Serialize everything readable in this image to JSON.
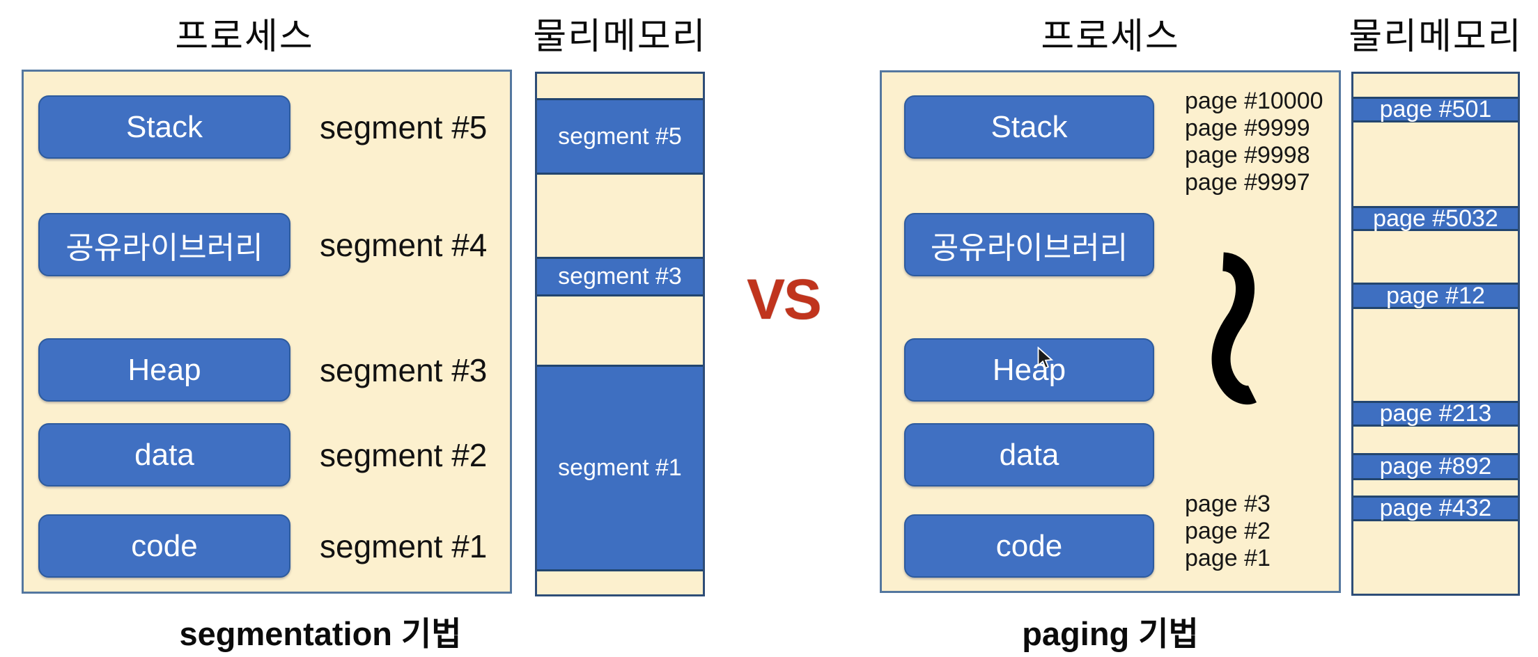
{
  "left": {
    "process_title": "프로세스",
    "memory_title": "물리메모리",
    "caption": "segmentation 기법",
    "blocks": [
      {
        "label": "Stack",
        "annotation": "segment #5"
      },
      {
        "label": "공유라이브러리",
        "annotation": "segment #4"
      },
      {
        "label": "Heap",
        "annotation": "segment #3"
      },
      {
        "label": "data",
        "annotation": "segment #2"
      },
      {
        "label": "code",
        "annotation": "segment #1"
      }
    ],
    "memory_rows": [
      {
        "label": "segment #5"
      },
      {
        "label": "segment #3"
      },
      {
        "label": "segment #1"
      }
    ]
  },
  "divider": {
    "vs_label": "VS"
  },
  "right": {
    "process_title": "프로세스",
    "memory_title": "물리메모리",
    "caption": "paging 기법",
    "blocks": [
      {
        "label": "Stack"
      },
      {
        "label": "공유라이브러리"
      },
      {
        "label": "Heap"
      },
      {
        "label": "data"
      },
      {
        "label": "code"
      }
    ],
    "stack_pages": [
      "page #10000",
      "page #9999",
      "page #9998",
      "page #9997"
    ],
    "code_pages": [
      "page #3",
      "page #2",
      "page #1"
    ],
    "memory_rows": [
      {
        "label": "page #501"
      },
      {
        "label": "page #5032"
      },
      {
        "label": "page #12"
      },
      {
        "label": "page #213"
      },
      {
        "label": "page #892"
      },
      {
        "label": "page #432"
      }
    ]
  },
  "colors": {
    "block_blue": "#4070C2",
    "row_blue": "#3E6FC1",
    "cream": "#FCF0CE",
    "box_border": "#54779f",
    "column_border": "#2e4d77",
    "vs_red": "#C0341D"
  }
}
